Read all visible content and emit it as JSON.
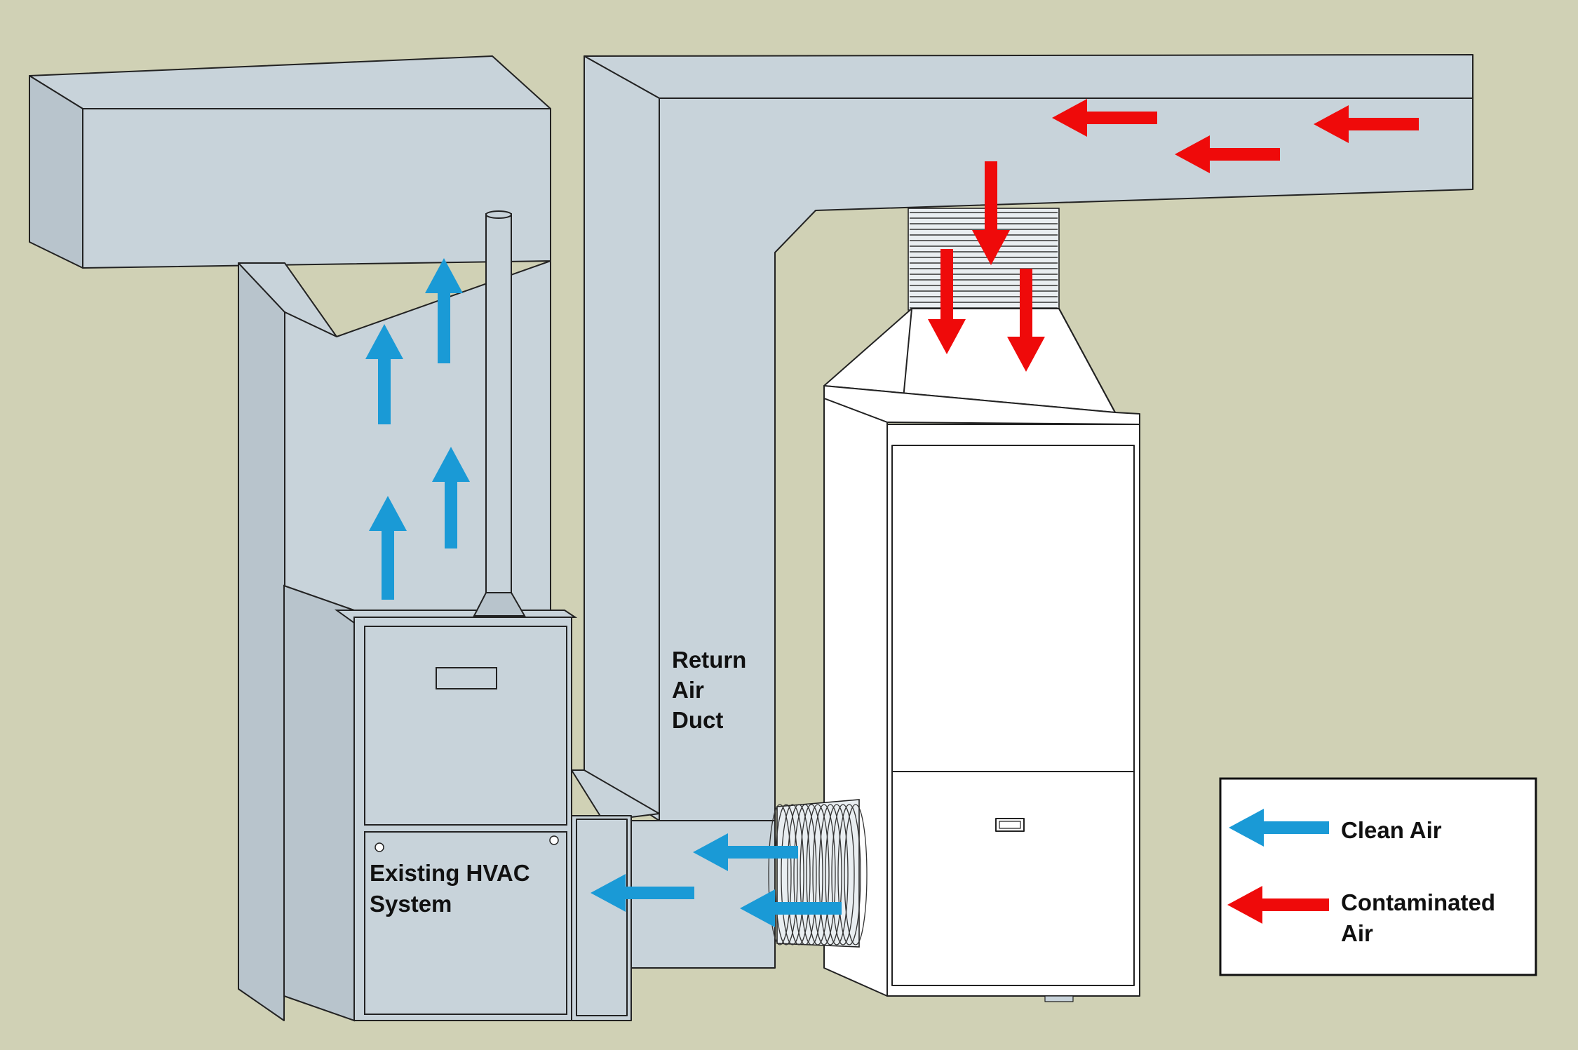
{
  "colors": {
    "background": "#d0d1b5",
    "duct": "#c8d3da",
    "duct_shade": "#b8c4cc",
    "unit_white": "#ffffff",
    "outline": "#222222",
    "clean_air": "#1a9ad6",
    "contaminated_air": "#ef0a0a"
  },
  "labels": {
    "return_duct": [
      "Return",
      "Air",
      "Duct"
    ],
    "hvac": [
      "Existing HVAC",
      "System"
    ]
  },
  "legend": {
    "clean": "Clean Air",
    "contaminated": [
      "Contaminated",
      "Air"
    ]
  },
  "icons": {
    "clean": "blue-arrow-icon",
    "contaminated": "red-arrow-icon"
  }
}
